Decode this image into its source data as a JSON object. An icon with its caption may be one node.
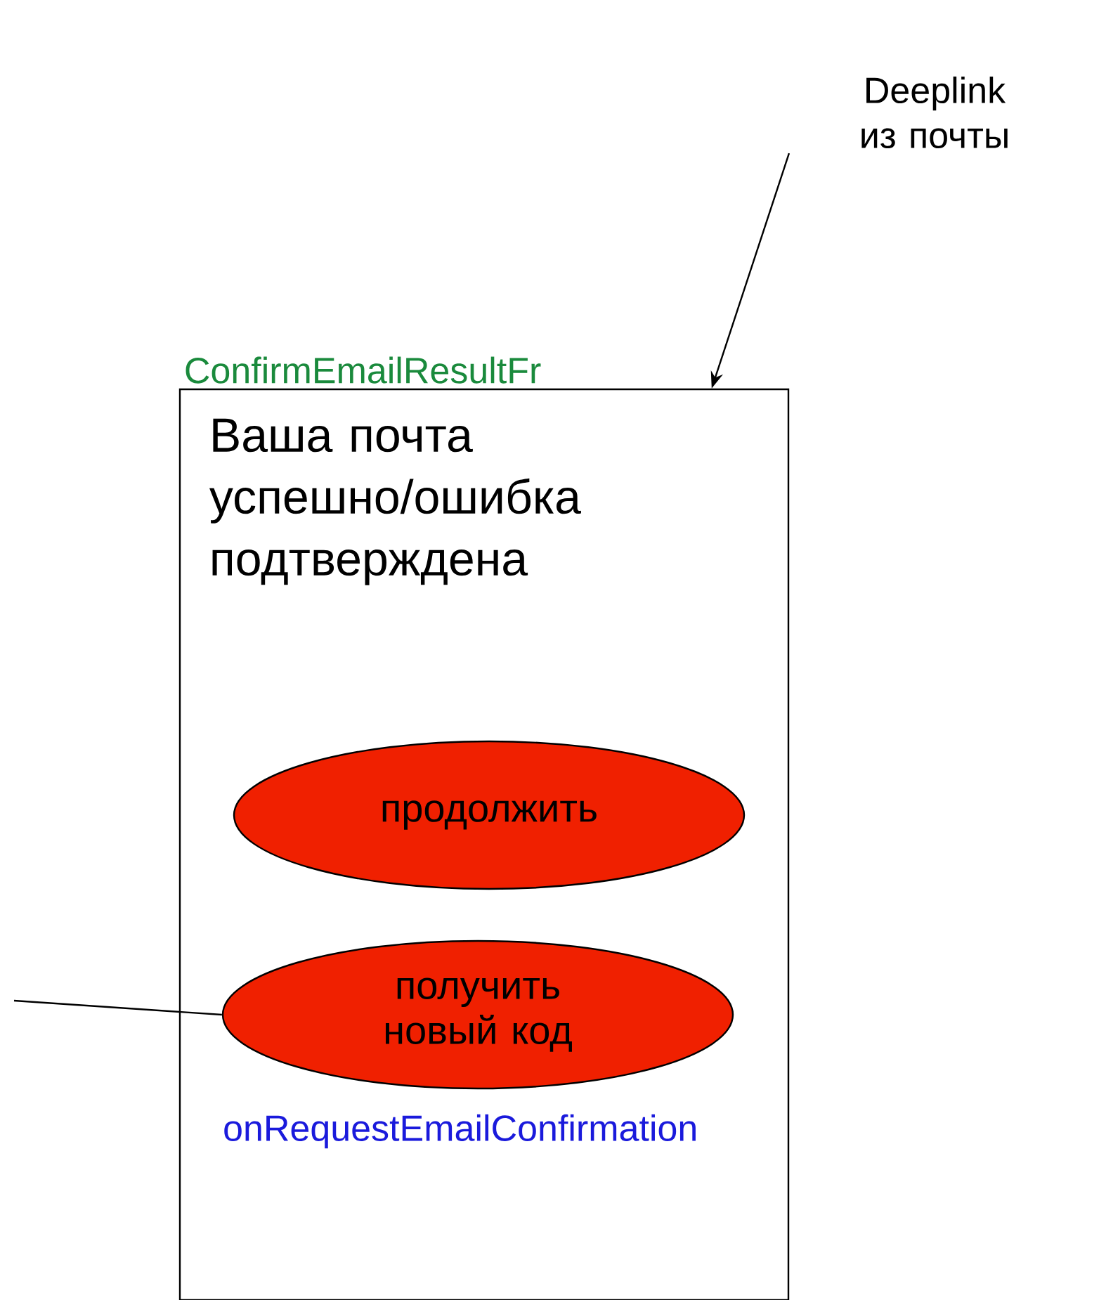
{
  "diagram": {
    "nodes": [
      {
        "text": [
          "Deeplink из почты"
        ]
      },
      {
        "text": [
          "ConfirmEmailResultFr",
          "Ваша почта успешно/ошибка подтверждена"
        ]
      },
      {
        "text": [
          "продолжить"
        ],
        "in": 1
      },
      {
        "text": [
          "получить новый код"
        ],
        "in": 1
      }
    ],
    "edges": [
      {
        "from": 0,
        "to": 1,
        "arrow": "to"
      },
      {
        "from": null,
        "to": 3,
        "arrow": "none"
      }
    ],
    "labels": [
      "onRequestEmailConfirmation"
    ]
  }
}
